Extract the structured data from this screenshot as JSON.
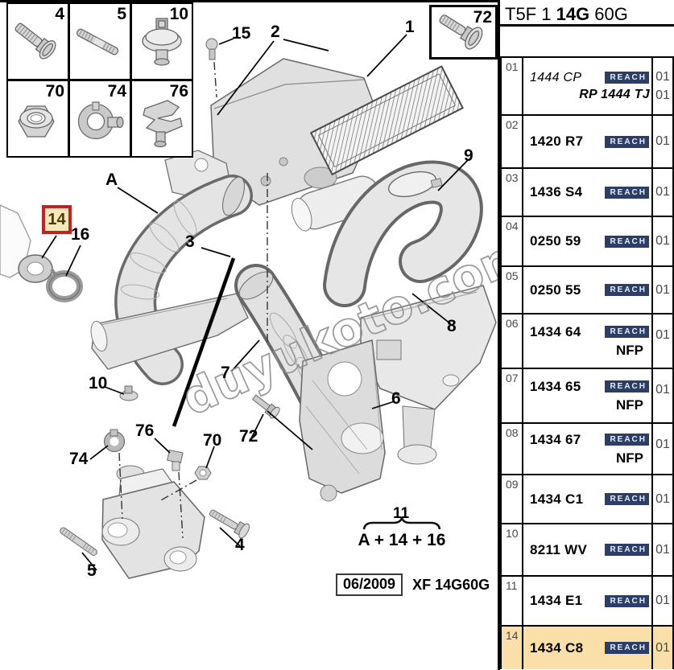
{
  "header": {
    "title_prefix": "T5F 1 ",
    "title_code": "14G",
    "title_suffix": " 60G"
  },
  "fastener_grid": {
    "cells": [
      {
        "label": "4",
        "icon": "hex-bolt"
      },
      {
        "label": "5",
        "icon": "stud"
      },
      {
        "label": "10",
        "icon": "push-rivet"
      },
      {
        "label": "70",
        "icon": "flange-nut"
      },
      {
        "label": "74",
        "icon": "hose-clamp"
      },
      {
        "label": "76",
        "icon": "spring-clip"
      }
    ]
  },
  "fastener_single": {
    "label": "72",
    "icon": "hex-screw"
  },
  "diagram": {
    "watermark": "duyukoto.com",
    "highlight_callout": {
      "label": "14"
    },
    "callouts": [
      {
        "label": "15"
      },
      {
        "label": "2"
      },
      {
        "label": "1"
      },
      {
        "label": "9"
      },
      {
        "label": "A"
      },
      {
        "label": "16"
      },
      {
        "label": "3"
      },
      {
        "label": "8"
      },
      {
        "label": "7"
      },
      {
        "label": "10"
      },
      {
        "label": "76"
      },
      {
        "label": "70"
      },
      {
        "label": "72"
      },
      {
        "label": "74"
      },
      {
        "label": "5"
      },
      {
        "label": "4"
      },
      {
        "label": "6"
      }
    ],
    "group_note": {
      "ref": "11",
      "formula": "A + 14 + 16"
    },
    "footer": {
      "date": "06/2009",
      "code": "XF 14G60G"
    }
  },
  "parts_table": {
    "reach_label": "REACH",
    "rows": [
      {
        "index": "01",
        "ref": "1444 CP",
        "qty": "01",
        "ref2": "RP 1444 TJ",
        "qty2": "01"
      },
      {
        "index": "02",
        "ref": "1420 R7",
        "qty": "01"
      },
      {
        "index": "03",
        "ref": "1436 S4",
        "qty": "01"
      },
      {
        "index": "04",
        "ref": "0250 59",
        "qty": "01"
      },
      {
        "index": "05",
        "ref": "0250 55",
        "qty": "01"
      },
      {
        "index": "06",
        "ref": "1434 64",
        "qty": "01",
        "note": "NFP"
      },
      {
        "index": "07",
        "ref": "1434 65",
        "qty": "01",
        "note": "NFP"
      },
      {
        "index": "08",
        "ref": "1434 67",
        "qty": "01",
        "note": "NFP"
      },
      {
        "index": "09",
        "ref": "1434 C1",
        "qty": "01"
      },
      {
        "index": "10",
        "ref": "8211 WV",
        "qty": "01"
      },
      {
        "index": "11",
        "ref": "1434 E1",
        "qty": "01"
      },
      {
        "index": "14",
        "ref": "1434 C8",
        "qty": "01",
        "highlight": true
      }
    ]
  },
  "colors": {
    "reach_badge_bg": "#2c3e66",
    "reach_badge_text": "#e8ecf5",
    "highlight_row_bg": "#fadfa8",
    "callout_badge_border": "#c32222",
    "callout_badge_bg": "#f6e7bd"
  }
}
